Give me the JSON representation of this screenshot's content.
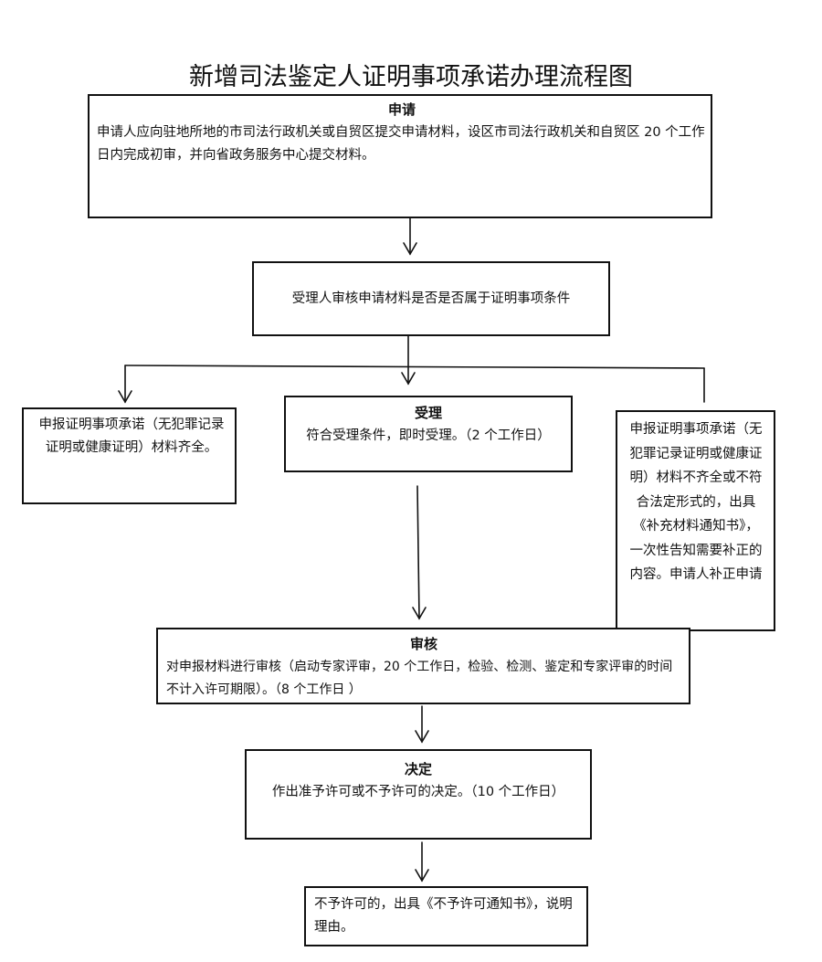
{
  "title": "新增司法鉴定人证明事项承诺办理流程图",
  "nodes": {
    "apply": {
      "heading": "申请",
      "text": "申请人应向驻地所地的市司法行政机关或自贸区提交申请材料，设区市司法行政机关和自贸区 20 个工作日内完成初审，并向省政务服务中心提交材料。"
    },
    "review": {
      "text": "受理人审核申请材料是否是否属于证明事项条件"
    },
    "complete": {
      "text": "申报证明事项承诺（无犯罪记录证明或健康证明）材料齐全。"
    },
    "accept": {
      "heading": "受理",
      "text": "符合受理条件，即时受理。（2 个工作日）"
    },
    "incomplete": {
      "text": "申报证明事项承诺（无犯罪记录证明或健康证明）材料不齐全或不符合法定形式的，出具《补充材料通知书》，一次性告知需要补正的内容。申请人补正申请"
    },
    "audit": {
      "heading": "审核",
      "text": "对申报材料进行审核（启动专家评审，20 个工作日，检验、检测、鉴定和专家评审的时间不计入许可期限）。（8 个工作日 ）"
    },
    "decision": {
      "heading": "决定",
      "text": "作出准予许可或不予许可的决定。（10 个工作日）"
    },
    "deny": {
      "text": "不予许可的，出具《不予许可通知书》，说明理由。"
    }
  }
}
